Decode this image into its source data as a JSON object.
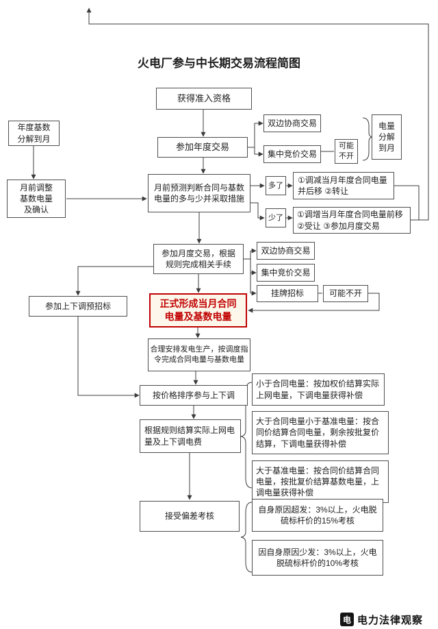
{
  "title": "火电厂参与中长期交易流程简图",
  "nodes": {
    "qualification": "获得准入资格",
    "annual_trading": "参加年度交易",
    "bilateral_annual": "双边协商交易",
    "centralized_annual": "集中竞价交易",
    "maybe_not_open_annual": "可能不开",
    "power_split_month": "电量分解到月",
    "annual_base_split": "年度基数分解到月",
    "premonth_adjust": "月前调整基数电量及确认",
    "forecast": "月前预测判断合同与基数电量的多与少并采取措施",
    "more": "多了",
    "less": "少了",
    "action_more": "①调减当月年度合同电量并后移 ②转让",
    "action_less": "①调增当月年度合同电量前移 ②受让 ③参加月度交易",
    "monthly_trading": "参加月度交易，根据规则完成相关手续",
    "bilateral_monthly": "双边协商交易",
    "centralized_monthly": "集中竞价交易",
    "listing_bid": "挂牌招标",
    "maybe_not_open_monthly": "可能不开",
    "updown_prebid": "参加上下调预招标",
    "formal_contract": "正式形成当月合同电量及基数电量",
    "production": "合理安排发电生产，按调度指令完成合同电量与基数电量",
    "price_sort": "按价格排序参与上下调",
    "settlement": "根据规则结算实际上网电量及上下调电费",
    "result_less": "小于合同电量：按加权价结算实际上网电量，下调电量获得补偿",
    "result_between": "大于合同电量小于基准电量：按合同价结算合同电量，剩余按批复价结算，下调电量获得补偿",
    "result_more": "大于基准电量：按合同价结算合同电量，按批复价结算基数电量，上调电量获得补偿",
    "assessment": "接受偏差考核",
    "penalty_over": "自身原因超发：3%以上，火电脱硫标杆价的15%考核",
    "penalty_under": "因自身原因少发：3%以上，火电脱硫标杆价的10%考核"
  },
  "colors": {
    "line": "#3b3b3b",
    "box_border": "#4d4d4d",
    "accent_red": "#c00000",
    "red_box_fill": "#fcf7ea"
  },
  "watermark": {
    "logo_glyph": "电",
    "label": "电力法律观察"
  }
}
